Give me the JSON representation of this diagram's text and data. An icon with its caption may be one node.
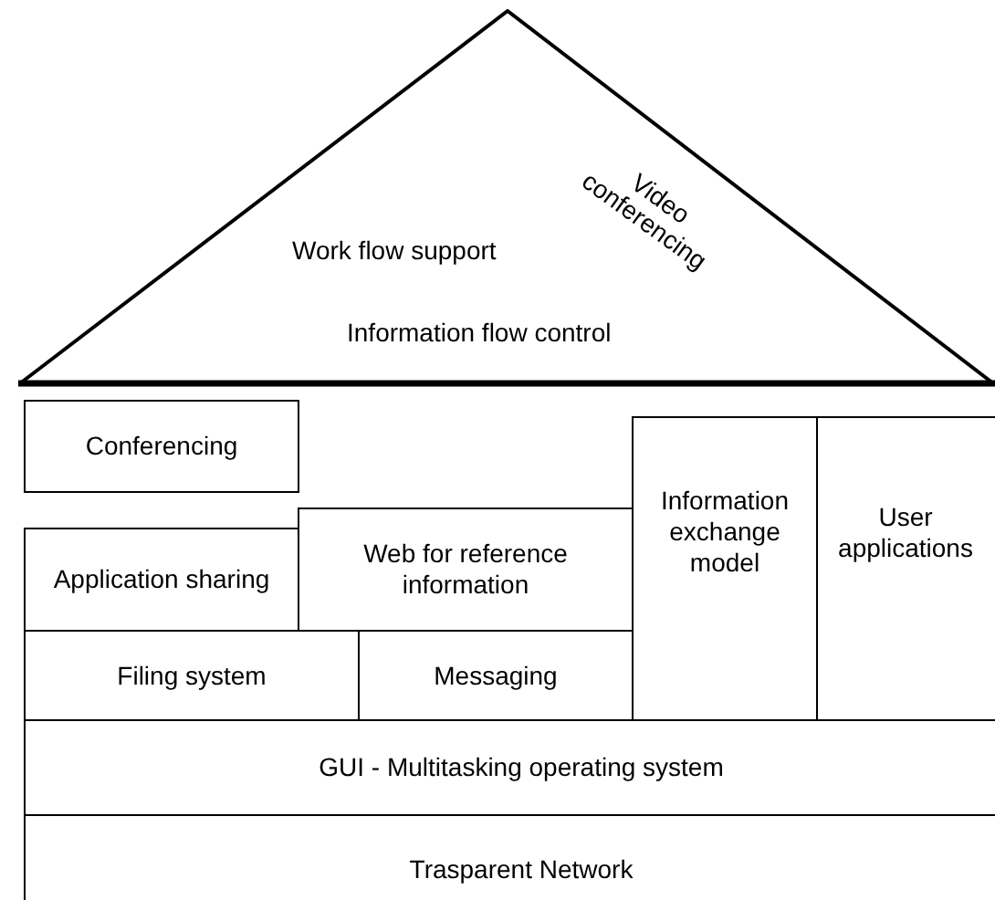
{
  "diagram": {
    "nodes": [
      {
        "text": [
          "Work flow support",
          "Video conferencing",
          "Information flow control"
        ]
      },
      {
        "text": [
          "Conferencing"
        ]
      },
      {
        "text": [
          "Application sharing"
        ]
      },
      {
        "text": [
          "Web for reference information"
        ]
      },
      {
        "text": [
          "Information exchange model"
        ]
      },
      {
        "text": [
          "User applications"
        ]
      },
      {
        "text": [
          "Filing system"
        ]
      },
      {
        "text": [
          "Messaging"
        ]
      },
      {
        "text": [
          "GUI - Multitasking operating system"
        ]
      },
      {
        "text": [
          "Trasparent Network"
        ]
      }
    ]
  }
}
